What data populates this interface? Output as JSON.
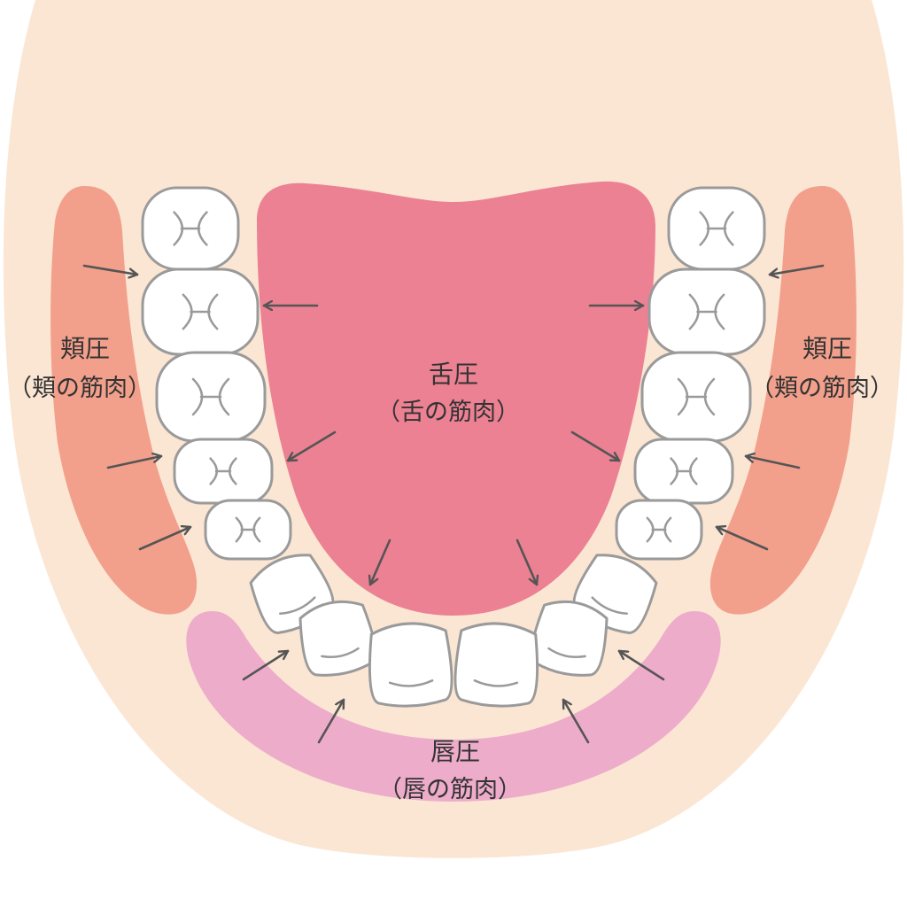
{
  "labels": {
    "tongue": {
      "main": "舌圧",
      "sub": "（舌の筋肉）"
    },
    "cheek_left": {
      "main": "頬圧",
      "sub": "（頬の筋肉）"
    },
    "cheek_right": {
      "main": "頬圧",
      "sub": "（頬の筋肉）"
    },
    "lip": {
      "main": "唇圧",
      "sub": "（唇の筋肉）"
    }
  },
  "colors": {
    "background": "#ffffff",
    "gum": "#fbe6d4",
    "tongue": "#ec8193",
    "cheek_muscle": "#f2a08b",
    "lip_muscle": "#eeaccb",
    "tooth_fill": "#ffffff",
    "tooth_outline": "#9a9a9a",
    "arrow": "#555555"
  },
  "icons": {
    "arrow": "arrow-icon",
    "tooth": "tooth-icon"
  }
}
